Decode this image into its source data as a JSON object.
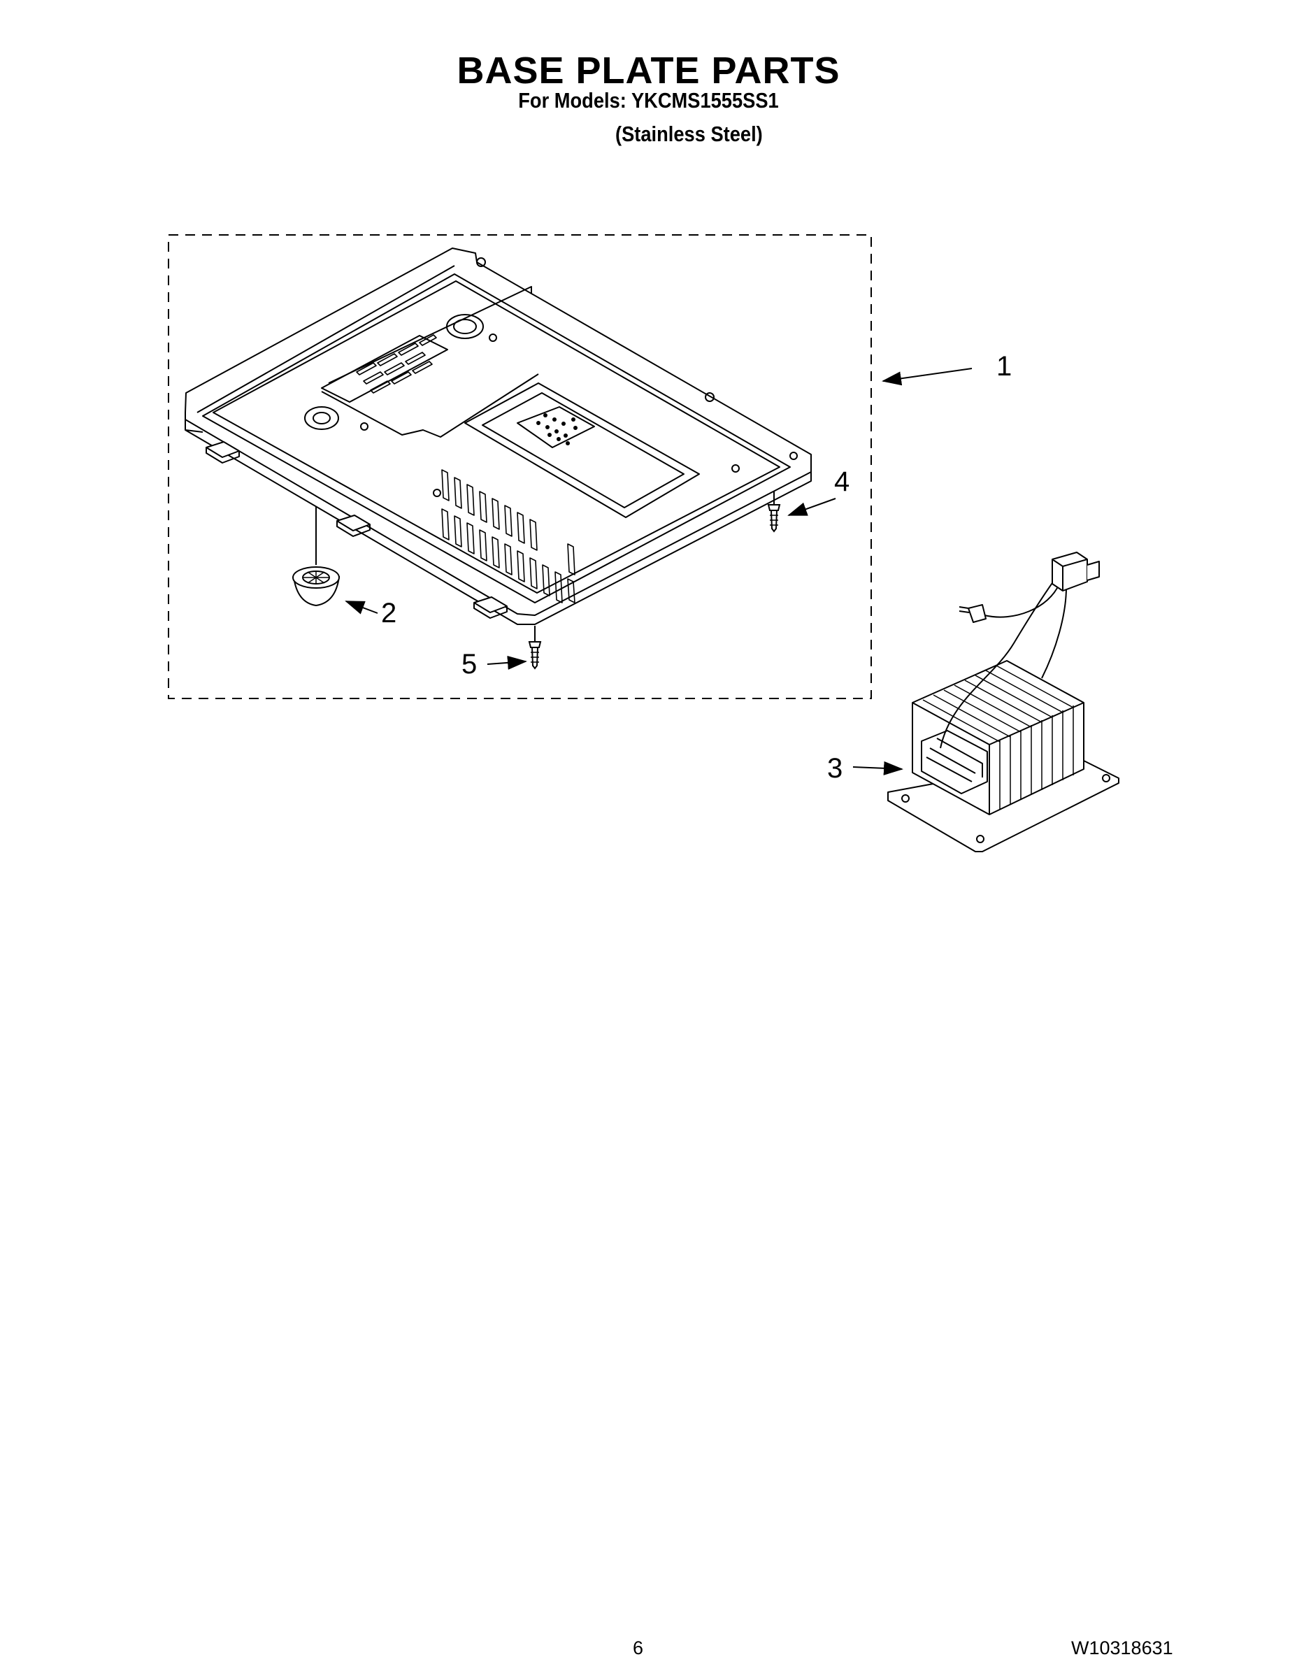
{
  "header": {
    "title": "BASE PLATE PARTS",
    "models_line": "For Models: YKCMS1555SS1",
    "finish_line": "(Stainless Steel)"
  },
  "callouts": {
    "base_plate": "1",
    "foot": "2",
    "transformer": "3",
    "screw_right": "4",
    "screw_front": "5"
  },
  "footer": {
    "page_number": "6",
    "document_number": "W10318631"
  }
}
